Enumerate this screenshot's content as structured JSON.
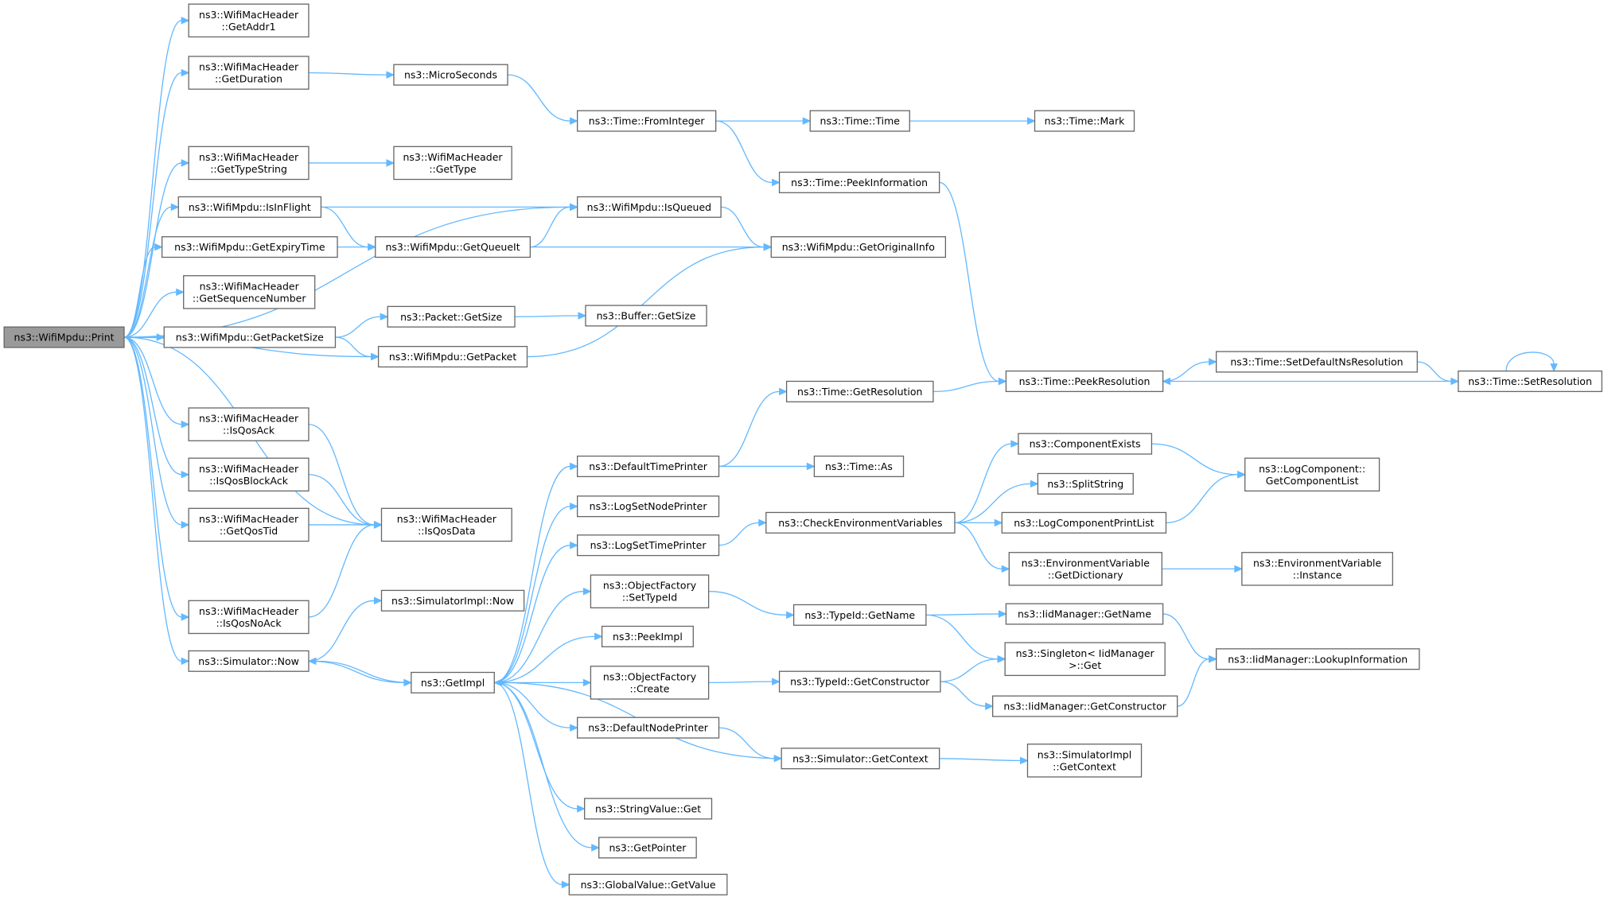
{
  "graph": {
    "title": "",
    "colors": {
      "edge": "#63b8ff",
      "node_border": "#666666",
      "node_fill": "#ffffff",
      "root_fill": "#9a9a9a",
      "text": "#000000"
    },
    "nodes": [
      {
        "id": "print",
        "lines": [
          "ns3::WifiMpdu::Print"
        ],
        "root": true
      },
      {
        "id": "getaddr1",
        "lines": [
          "ns3::WifiMacHeader",
          "::GetAddr1"
        ]
      },
      {
        "id": "getduration",
        "lines": [
          "ns3::WifiMacHeader",
          "::GetDuration"
        ]
      },
      {
        "id": "microseconds",
        "lines": [
          "ns3::MicroSeconds"
        ]
      },
      {
        "id": "fromint",
        "lines": [
          "ns3::Time::FromInteger"
        ]
      },
      {
        "id": "timetime",
        "lines": [
          "ns3::Time::Time"
        ]
      },
      {
        "id": "timemark",
        "lines": [
          "ns3::Time::Mark"
        ]
      },
      {
        "id": "peekinfo",
        "lines": [
          "ns3::Time::PeekInformation"
        ]
      },
      {
        "id": "gettypestring",
        "lines": [
          "ns3::WifiMacHeader",
          "::GetTypeString"
        ]
      },
      {
        "id": "gettype",
        "lines": [
          "ns3::WifiMacHeader",
          "::GetType"
        ]
      },
      {
        "id": "isinflight",
        "lines": [
          "ns3::WifiMpdu::IsInFlight"
        ]
      },
      {
        "id": "isqueued",
        "lines": [
          "ns3::WifiMpdu::IsQueued"
        ]
      },
      {
        "id": "getexpiry",
        "lines": [
          "ns3::WifiMpdu::GetExpiryTime"
        ]
      },
      {
        "id": "getqueueit",
        "lines": [
          "ns3::WifiMpdu::GetQueueIt"
        ]
      },
      {
        "id": "getoriginal",
        "lines": [
          "ns3::WifiMpdu::GetOriginalInfo"
        ]
      },
      {
        "id": "getseqnum",
        "lines": [
          "ns3::WifiMacHeader",
          "::GetSequenceNumber"
        ]
      },
      {
        "id": "getpacketsize",
        "lines": [
          "ns3::WifiMpdu::GetPacketSize"
        ]
      },
      {
        "id": "pktgetsize",
        "lines": [
          "ns3::Packet::GetSize"
        ]
      },
      {
        "id": "bufgetsize",
        "lines": [
          "ns3::Buffer::GetSize"
        ]
      },
      {
        "id": "getpacket",
        "lines": [
          "ns3::WifiMpdu::GetPacket"
        ]
      },
      {
        "id": "peekres",
        "lines": [
          "ns3::Time::PeekResolution"
        ]
      },
      {
        "id": "setdefault",
        "lines": [
          "ns3::Time::SetDefaultNsResolution"
        ]
      },
      {
        "id": "setres",
        "lines": [
          "ns3::Time::SetResolution"
        ]
      },
      {
        "id": "getres",
        "lines": [
          "ns3::Time::GetResolution"
        ]
      },
      {
        "id": "isqosack",
        "lines": [
          "ns3::WifiMacHeader",
          "::IsQosAck"
        ]
      },
      {
        "id": "isqosblockack",
        "lines": [
          "ns3::WifiMacHeader",
          "::IsQosBlockAck"
        ]
      },
      {
        "id": "getqostid",
        "lines": [
          "ns3::WifiMacHeader",
          "::GetQosTid"
        ]
      },
      {
        "id": "isqosdata",
        "lines": [
          "ns3::WifiMacHeader",
          "::IsQosData"
        ]
      },
      {
        "id": "isqosnoack",
        "lines": [
          "ns3::WifiMacHeader",
          "::IsQosNoAck"
        ]
      },
      {
        "id": "simnow",
        "lines": [
          "ns3::Simulator::Now"
        ]
      },
      {
        "id": "simimplnow",
        "lines": [
          "ns3::SimulatorImpl::Now"
        ]
      },
      {
        "id": "getimpl",
        "lines": [
          "ns3::GetImpl"
        ]
      },
      {
        "id": "deftimeprinter",
        "lines": [
          "ns3::DefaultTimePrinter"
        ]
      },
      {
        "id": "timeas",
        "lines": [
          "ns3::Time::As"
        ]
      },
      {
        "id": "lognodeprinter",
        "lines": [
          "ns3::LogSetNodePrinter"
        ]
      },
      {
        "id": "logtimeprinter",
        "lines": [
          "ns3::LogSetTimePrinter"
        ]
      },
      {
        "id": "checkenv",
        "lines": [
          "ns3::CheckEnvironmentVariables"
        ]
      },
      {
        "id": "compexists",
        "lines": [
          "ns3::ComponentExists"
        ]
      },
      {
        "id": "splitstring",
        "lines": [
          "ns3::SplitString"
        ]
      },
      {
        "id": "logcompprint",
        "lines": [
          "ns3::LogComponentPrintList"
        ]
      },
      {
        "id": "logcomplist",
        "lines": [
          "ns3::LogComponent::",
          "GetComponentList"
        ]
      },
      {
        "id": "envdict",
        "lines": [
          "ns3::EnvironmentVariable",
          "::GetDictionary"
        ]
      },
      {
        "id": "envinst",
        "lines": [
          "ns3::EnvironmentVariable",
          "::Instance"
        ]
      },
      {
        "id": "ofsettypeid",
        "lines": [
          "ns3::ObjectFactory",
          "::SetTypeId"
        ]
      },
      {
        "id": "typeidgetname",
        "lines": [
          "ns3::TypeId::GetName"
        ]
      },
      {
        "id": "iidgetname",
        "lines": [
          "ns3::IidManager::GetName"
        ]
      },
      {
        "id": "singleton",
        "lines": [
          "ns3::Singleton< IidManager",
          ">::Get"
        ]
      },
      {
        "id": "lookupinfo",
        "lines": [
          "ns3::IidManager::LookupInformation"
        ]
      },
      {
        "id": "peekimpl",
        "lines": [
          "ns3::PeekImpl"
        ]
      },
      {
        "id": "ofcreate",
        "lines": [
          "ns3::ObjectFactory",
          "::Create"
        ]
      },
      {
        "id": "typeidgetctor",
        "lines": [
          "ns3::TypeId::GetConstructor"
        ]
      },
      {
        "id": "iidgetctor",
        "lines": [
          "ns3::IidManager::GetConstructor"
        ]
      },
      {
        "id": "defnodeprinter",
        "lines": [
          "ns3::DefaultNodePrinter"
        ]
      },
      {
        "id": "simgetcontext",
        "lines": [
          "ns3::Simulator::GetContext"
        ]
      },
      {
        "id": "simimplgetcontext",
        "lines": [
          "ns3::SimulatorImpl",
          "::GetContext"
        ]
      },
      {
        "id": "strvalget",
        "lines": [
          "ns3::StringValue::Get"
        ]
      },
      {
        "id": "getpointer",
        "lines": [
          "ns3::GetPointer"
        ]
      },
      {
        "id": "globalgetvalue",
        "lines": [
          "ns3::GlobalValue::GetValue"
        ]
      }
    ]
  }
}
